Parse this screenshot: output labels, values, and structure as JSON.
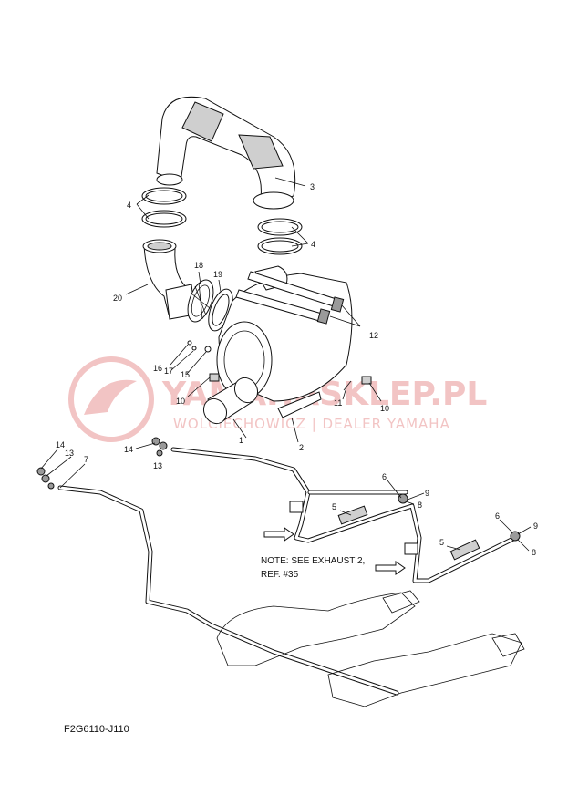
{
  "diagram": {
    "code": "F2G6110-J110",
    "note_line1": "NOTE: SEE EXHAUST 2,",
    "note_line2": "REF. #35",
    "watermark_title": "YAMAHASKLEP.PL",
    "watermark_sub": "WOLCIECHOWICZ | DEALER YAMAHA",
    "labels": {
      "p1": "1",
      "p2": "2",
      "p3": "3",
      "p4a": "4",
      "p4b": "4",
      "p5a": "5",
      "p5b": "5",
      "p6a": "6",
      "p6b": "6",
      "p7": "7",
      "p8a": "8",
      "p8b": "8",
      "p9a": "9",
      "p9b": "9",
      "p10a": "10",
      "p10b": "10",
      "p11": "11",
      "p12": "12",
      "p13a": "13",
      "p13b": "13",
      "p14a": "14",
      "p14b": "14",
      "p15": "15",
      "p16": "16",
      "p17": "17",
      "p18": "18",
      "p19": "19",
      "p20": "20"
    },
    "colors": {
      "line": "#111111",
      "watermark": "#f2c4c4"
    }
  }
}
